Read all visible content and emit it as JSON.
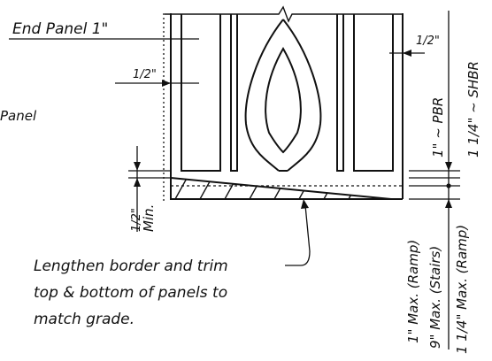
{
  "labels": {
    "end_panel": "End Panel 1\"",
    "panel_fragment": "Panel",
    "half_inch_left": "1/2\"",
    "half_inch_right": "1/2\"",
    "half_inch_bottom": "1/2\"",
    "min": "Min.",
    "note_line1": "Lengthen border and trim",
    "note_line2": "top & bottom of panels to",
    "note_line3": "match grade.",
    "pbr": "1\" ~ PBR",
    "shbr": "1 1/4\" ~ SHBR",
    "max_ramp_1": "1\" Max. (Ramp)",
    "max_stairs": "9\" Max. (Stairs)",
    "max_ramp_2": "1 1/4\" Max. (Ramp)"
  }
}
